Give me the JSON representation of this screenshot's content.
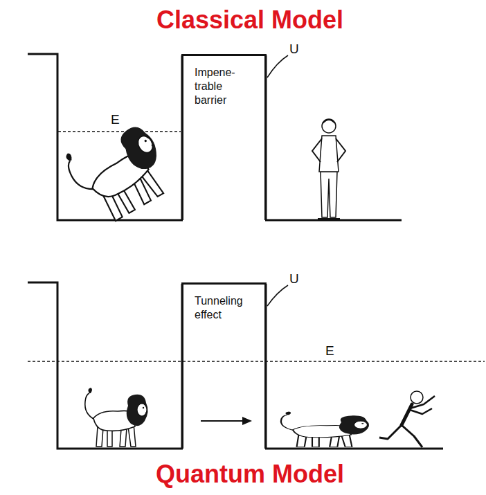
{
  "diagram": {
    "nodes": [
      {
        "text": [
          "Impene- trable barrier"
        ]
      },
      {
        "text": [
          "Tunneling effect"
        ]
      }
    ],
    "labels": [
      "Classical Model",
      "E",
      "U",
      "U",
      "E",
      "Quantum Model"
    ]
  }
}
